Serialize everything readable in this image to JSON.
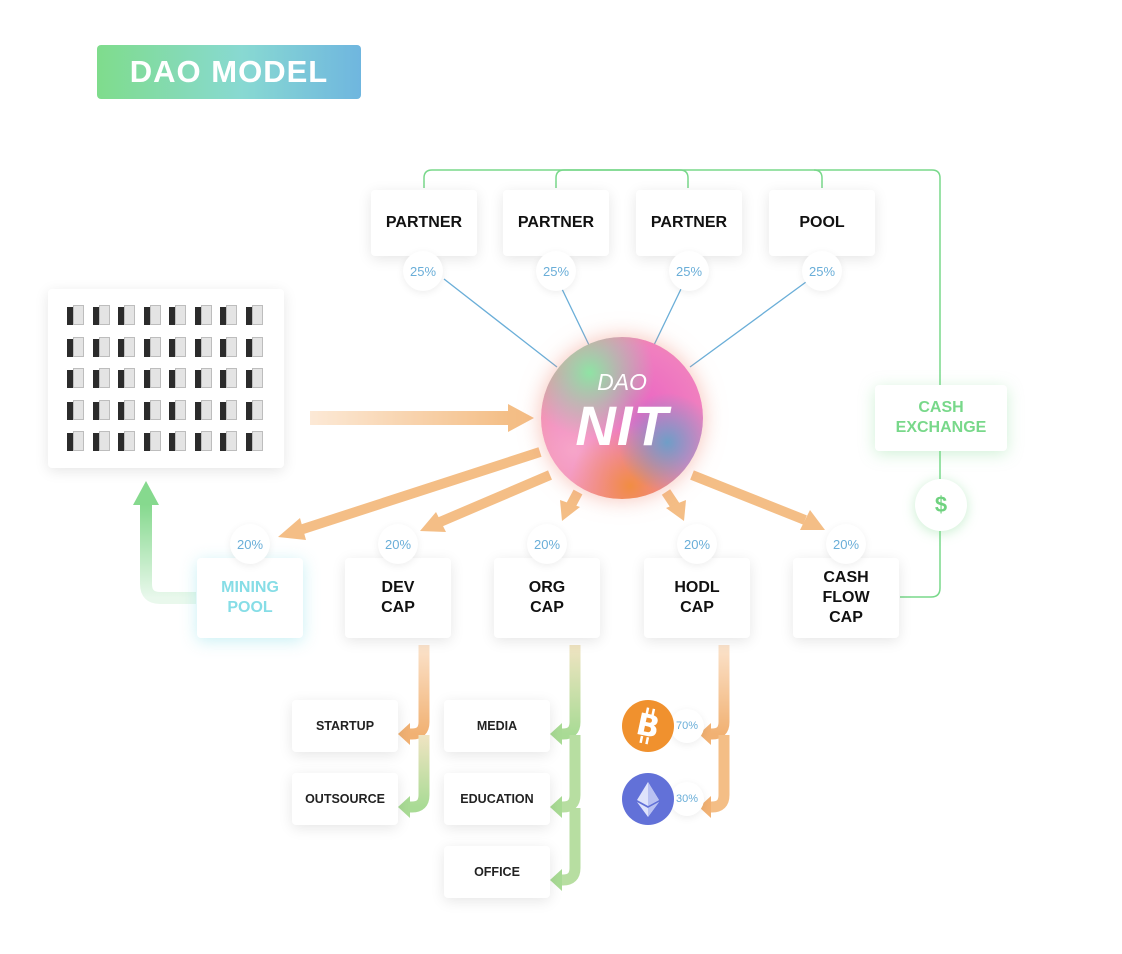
{
  "title": "DAO MODEL",
  "center": {
    "line1": "DAO",
    "line2": "NIT"
  },
  "top_nodes": [
    {
      "label": "PARTNER",
      "share": "25%"
    },
    {
      "label": "PARTNER",
      "share": "25%"
    },
    {
      "label": "PARTNER",
      "share": "25%"
    },
    {
      "label": "POOL",
      "share": "25%"
    }
  ],
  "cap_nodes": [
    {
      "label": "MINING\nPOOL",
      "share": "20%"
    },
    {
      "label": "DEV\nCAP",
      "share": "20%"
    },
    {
      "label": "ORG\nCAP",
      "share": "20%"
    },
    {
      "label": "HODL\nCAP",
      "share": "20%"
    },
    {
      "label": "CASH\nFLOW\nCAP",
      "share": "20%"
    }
  ],
  "cash_exchange": {
    "label": "CASH\nEXCHANGE",
    "symbol": "$"
  },
  "dev_outputs": [
    "STARTUP",
    "OUTSOURCE"
  ],
  "org_outputs": [
    "MEDIA",
    "EDUCATION",
    "OFFICE"
  ],
  "hodl_outputs": [
    {
      "asset": "bitcoin-icon",
      "share": "70%",
      "color": "#f0912e"
    },
    {
      "asset": "ethereum-icon",
      "share": "30%",
      "color": "#6271d8"
    }
  ],
  "colors": {
    "blue_line": "#6aaed8",
    "green_line": "#78d88a",
    "orange_arrow": "#f4be86",
    "green_arrow": "#a8dd98"
  }
}
